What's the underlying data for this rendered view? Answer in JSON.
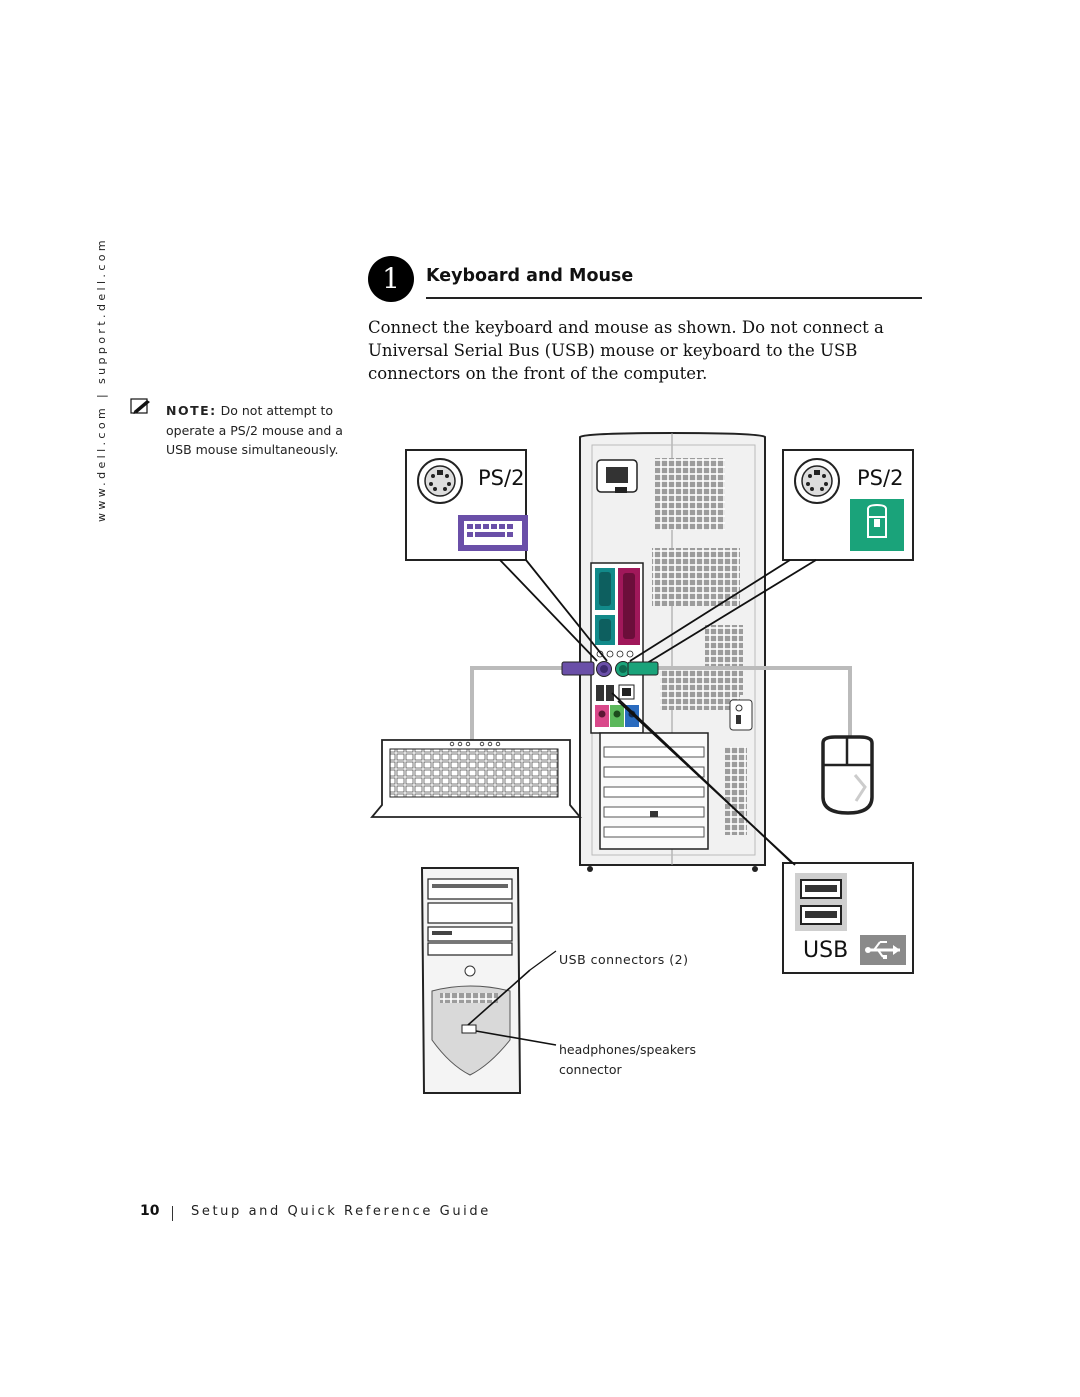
{
  "side_url": "www.dell.com | support.dell.com",
  "note": {
    "label": "NOTE:",
    "text": "Do not attempt to operate a PS/2 mouse and a USB mouse simultaneously."
  },
  "section": {
    "step_number": "1",
    "title": "Keyboard and Mouse",
    "body": "Connect the keyboard and mouse as shown. Do not connect a Universal Serial Bus (USB) mouse or keyboard to the USB connectors on the front of the computer."
  },
  "diagram": {
    "ps2_left_label": "PS/2",
    "ps2_right_label": "PS/2",
    "usb_label": "USB",
    "callout_usb": "USB connectors (2)",
    "callout_headphones": "headphones/speakers connector",
    "colors": {
      "keyboard_purple": "#6a4fa8",
      "mouse_green": "#1aa37a",
      "parallel_magenta": "#a0185a",
      "serial_teal": "#128a8a",
      "audio_pink": "#d9488a",
      "audio_green": "#5cb85c",
      "audio_blue": "#2a6bbf"
    }
  },
  "footer": {
    "page_number": "10",
    "title": "Setup and Quick Reference Guide"
  }
}
